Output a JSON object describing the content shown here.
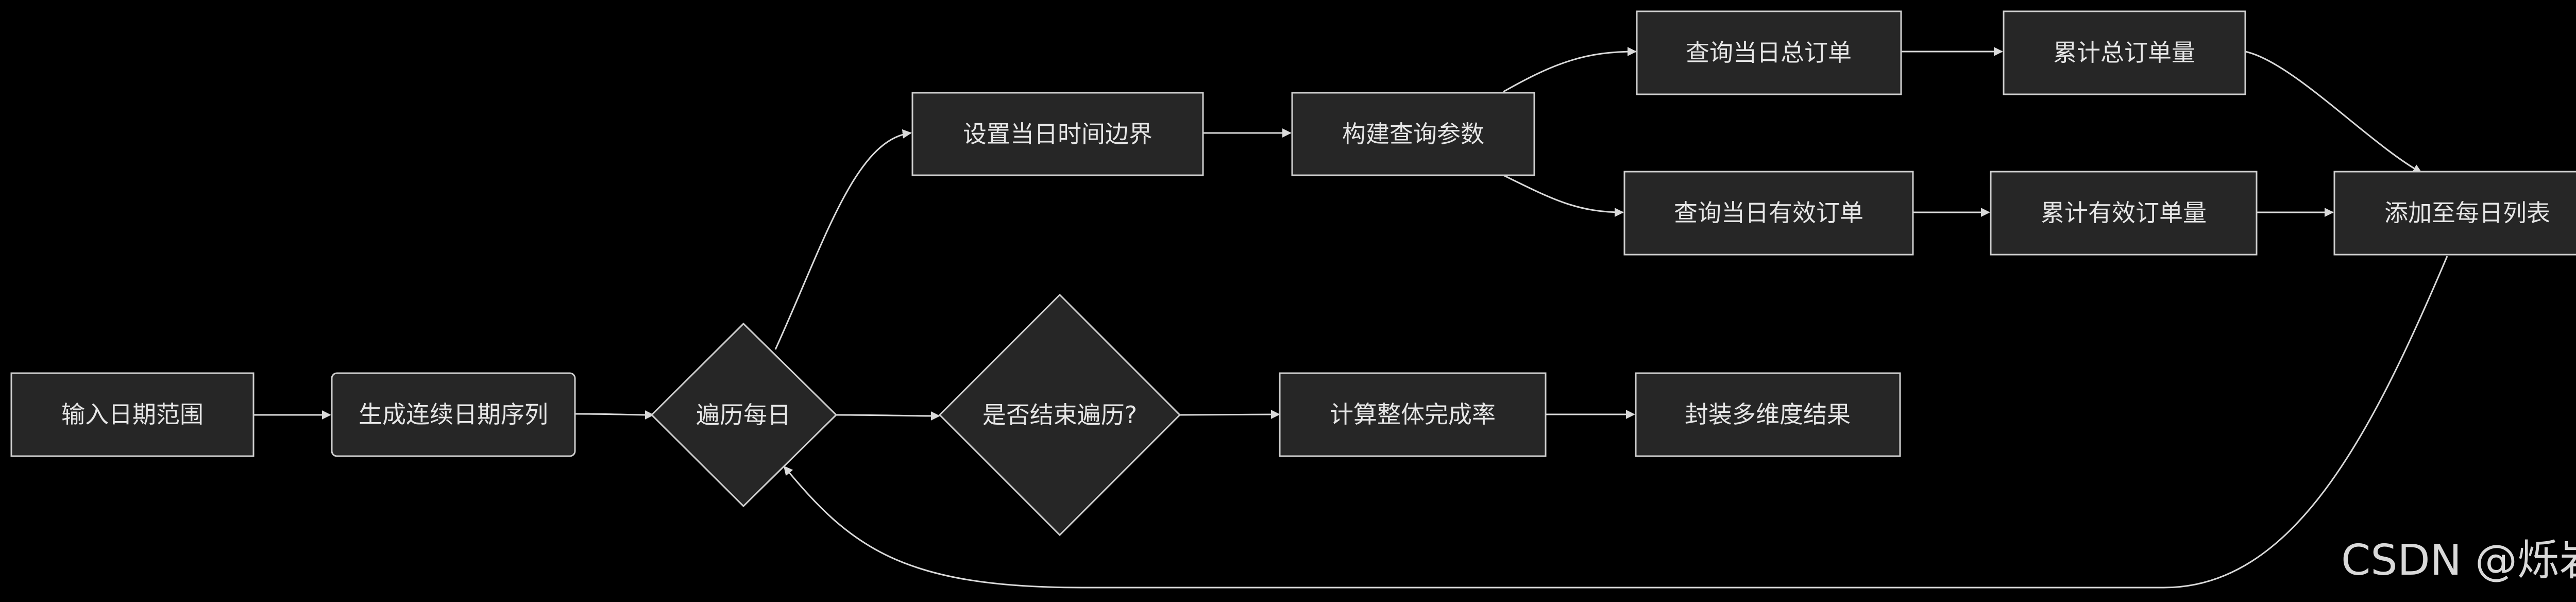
{
  "diagram": {
    "nodes": [
      {
        "id": "input_range",
        "label": "输入日期范围"
      },
      {
        "id": "gen_dates",
        "label": "生成连续日期序列"
      },
      {
        "id": "iterate",
        "label": "遍历每日"
      },
      {
        "id": "set_bounds",
        "label": "设置当日时间边界"
      },
      {
        "id": "build_params",
        "label": "构建查询参数"
      },
      {
        "id": "query_total",
        "label": "查询当日总订单"
      },
      {
        "id": "sum_total",
        "label": "累计总订单量"
      },
      {
        "id": "query_valid",
        "label": "查询当日有效订单"
      },
      {
        "id": "sum_valid",
        "label": "累计有效订单量"
      },
      {
        "id": "add_list",
        "label": "添加至每日列表"
      },
      {
        "id": "is_end",
        "label": "是否结束遍历?"
      },
      {
        "id": "calc_rate",
        "label": "计算整体完成率"
      },
      {
        "id": "pack_result",
        "label": "封装多维度结果"
      }
    ],
    "edges": [
      {
        "from": "input_range",
        "to": "gen_dates"
      },
      {
        "from": "gen_dates",
        "to": "iterate"
      },
      {
        "from": "iterate",
        "to": "set_bounds"
      },
      {
        "from": "set_bounds",
        "to": "build_params"
      },
      {
        "from": "build_params",
        "to": "query_total"
      },
      {
        "from": "build_params",
        "to": "query_valid"
      },
      {
        "from": "query_total",
        "to": "sum_total"
      },
      {
        "from": "query_valid",
        "to": "sum_valid"
      },
      {
        "from": "sum_total",
        "to": "add_list"
      },
      {
        "from": "sum_valid",
        "to": "add_list"
      },
      {
        "from": "add_list",
        "to": "iterate"
      },
      {
        "from": "iterate",
        "to": "is_end"
      },
      {
        "from": "is_end",
        "to": "calc_rate"
      },
      {
        "from": "calc_rate",
        "to": "pack_result"
      }
    ]
  },
  "watermark": "CSDN @烁岩",
  "colors": {
    "background": "#000000",
    "node_fill": "#262626",
    "node_stroke": "#cfcfcf",
    "edge": "#d9d9d9",
    "text": "#e6e6e6"
  }
}
